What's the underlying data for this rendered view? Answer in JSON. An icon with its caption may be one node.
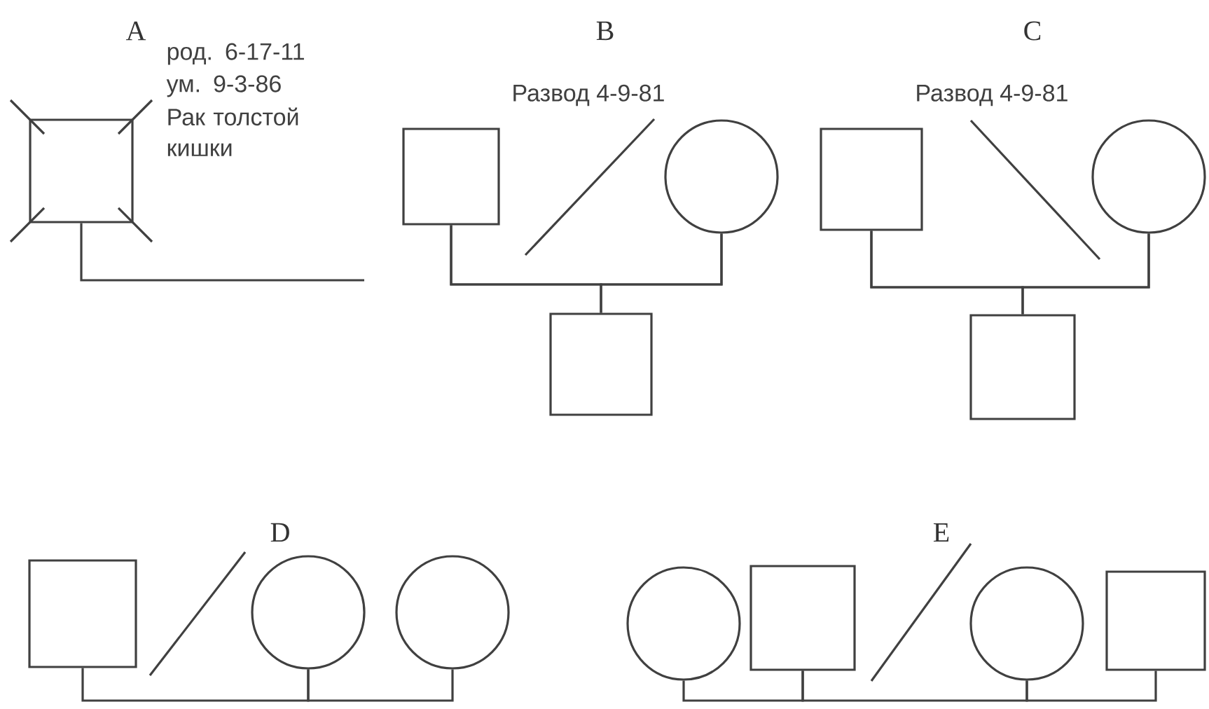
{
  "diagram": {
    "nodes": [
      {
        "text": [],
        "shape": "box",
        "beside": [
          "род. 6-17-11",
          "ум. 9-3-86",
          "Рак толстой кишки"
        ]
      },
      {
        "text": [],
        "shape": "box"
      },
      {
        "text": [],
        "shape": "circle"
      },
      {
        "text": [],
        "shape": "box"
      },
      {
        "text": [],
        "shape": "box"
      },
      {
        "text": [],
        "shape": "circle"
      },
      {
        "text": [],
        "shape": "box"
      },
      {
        "text": [],
        "shape": "box"
      },
      {
        "text": [],
        "shape": "circle"
      },
      {
        "text": [],
        "shape": "circle"
      },
      {
        "text": [],
        "shape": "circle"
      },
      {
        "text": [],
        "shape": "box"
      },
      {
        "text": [],
        "shape": "circle"
      },
      {
        "text": [],
        "shape": "box"
      }
    ],
    "edges": [
      {
        "from": 0,
        "to": null,
        "arrow": "none"
      },
      {
        "from": 1,
        "to": 2,
        "arrow": "none"
      },
      {
        "from": 1,
        "to": 3,
        "arrow": "none"
      },
      {
        "from": 2,
        "to": 3,
        "arrow": "none"
      },
      {
        "from": 4,
        "to": 5,
        "arrow": "none"
      },
      {
        "from": 4,
        "to": 6,
        "arrow": "none"
      },
      {
        "from": 5,
        "to": 6,
        "arrow": "none"
      },
      {
        "from": 7,
        "to": 8,
        "arrow": "none"
      },
      {
        "from": 8,
        "to": 9,
        "arrow": "none"
      },
      {
        "from": 10,
        "to": 11,
        "arrow": "none"
      },
      {
        "from": 11,
        "to": 12,
        "arrow": "none"
      },
      {
        "from": 12,
        "to": 13,
        "arrow": "none"
      }
    ],
    "labels": [
      "A",
      "B",
      "Развод 4-9-81",
      "C",
      "Развод 4-9-81",
      "D",
      "E"
    ]
  }
}
